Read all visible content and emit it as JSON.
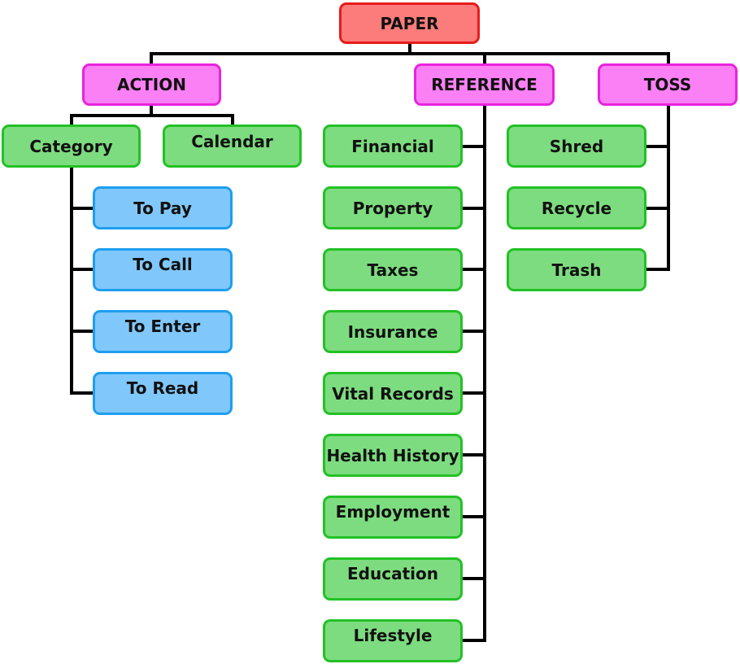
{
  "root": {
    "label": "PAPER"
  },
  "categories": [
    {
      "label": "ACTION"
    },
    {
      "label": "REFERENCE"
    },
    {
      "label": "TOSS"
    }
  ],
  "action": {
    "category": "Category",
    "calendar": "Calendar",
    "items": [
      "To Pay",
      "To Call",
      "To Enter",
      "To Read"
    ]
  },
  "reference": {
    "items": [
      "Financial",
      "Property",
      "Taxes",
      "Insurance",
      "Vital Records",
      "Health History",
      "Employment",
      "Education",
      "Lifestyle"
    ]
  },
  "toss": {
    "items": [
      "Shred",
      "Recycle",
      "Trash"
    ]
  },
  "colors": {
    "root_fill": "#fc7b7b",
    "root_border": "#e81b1b",
    "category_fill": "#fb80f5",
    "category_border": "#e823dc",
    "green_fill": "#7ddc7f",
    "green_border": "#23c126",
    "blue_fill": "#80c8fb",
    "blue_border": "#1e9ef0",
    "connector": "#000000"
  }
}
